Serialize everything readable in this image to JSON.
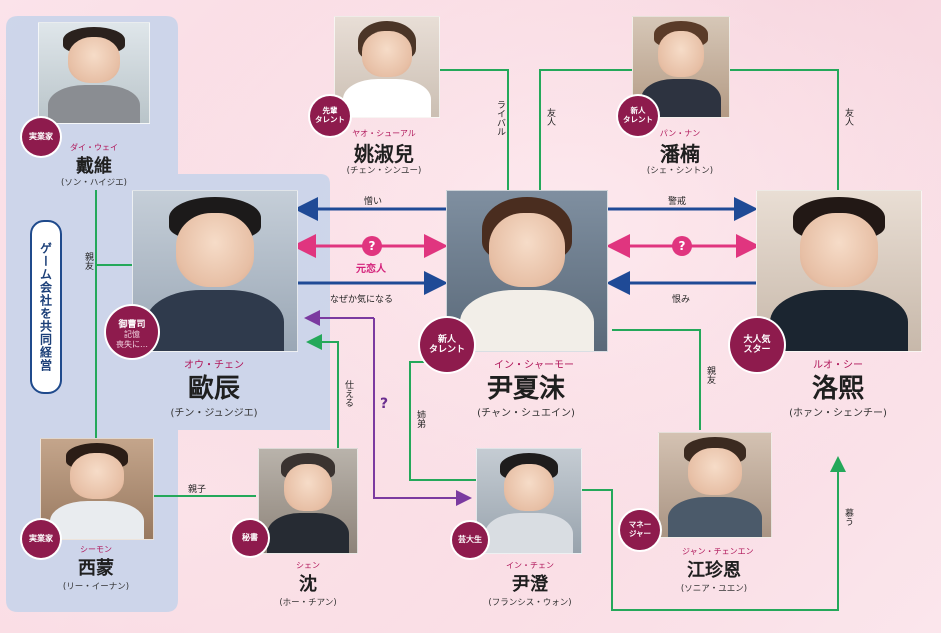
{
  "company_label": "ゲーム会社を共同経営",
  "characters": {
    "daiwei": {
      "tag": "ダイ・ウェイ",
      "name": "戴維",
      "actor": "(ソン・ハイジエ)",
      "badge": "実業家"
    },
    "yao": {
      "tag": "ヤオ・シューアル",
      "name": "姚淑兒",
      "actor": "(チェン・シンユー)",
      "badge": "先輩\nタレント"
    },
    "pan": {
      "tag": "パン・ナン",
      "name": "潘楠",
      "actor": "(シェ・シントン)",
      "badge": "新人\nタレント"
    },
    "ou": {
      "tag": "オウ・チェン",
      "name": "歐辰",
      "actor": "(チン・ジュンジエ)",
      "badge": "御曹司",
      "note": "記憶\n喪失に…"
    },
    "yin": {
      "tag": "イン・シャーモー",
      "name": "尹夏沫",
      "actor": "(チャン・シュエイン)",
      "badge": "新人\nタレント"
    },
    "luo": {
      "tag": "ルオ・シー",
      "name": "洛熙",
      "actor": "(ホァン・シェンチー)",
      "badge": "大人気\nスター"
    },
    "ximeng": {
      "tag": "シーモン",
      "name": "西蒙",
      "actor": "(リー・イーナン)",
      "badge": "実業家"
    },
    "shen": {
      "tag": "シェン",
      "name": "沈",
      "actor": "(ホー・チアン)",
      "badge": "秘書"
    },
    "yincheng": {
      "tag": "イン・チェン",
      "name": "尹澄",
      "actor": "(フランシス・ウォン)",
      "badge": "芸大生"
    },
    "jiang": {
      "tag": "ジャン・チェンエン",
      "name": "江珍恩",
      "actor": "(ソニア・ユエン)",
      "badge": "マネー\nジャー"
    }
  },
  "relations": {
    "rival": "ライバル",
    "friend_pan": "友人",
    "friend_luo": "友人",
    "shinyu": "親友",
    "nikui": "憎い",
    "motokoibito": "元恋人",
    "nazeka": "なぜか気になる",
    "keikai": "警戒",
    "uramu": "恨み",
    "tsukaeru": "仕える",
    "oyako": "親子",
    "shitei": "姉弟",
    "shinyu2": "親友",
    "shitau": "慕う",
    "question": "?"
  },
  "colors": {
    "panel": "#c8d4ea",
    "blue_arrow": "#1f4a96",
    "pink_arrow": "#e0357f",
    "purple_arrow": "#7b3aa0",
    "green_line": "#24a85a",
    "badge": "#8e1b4d"
  }
}
